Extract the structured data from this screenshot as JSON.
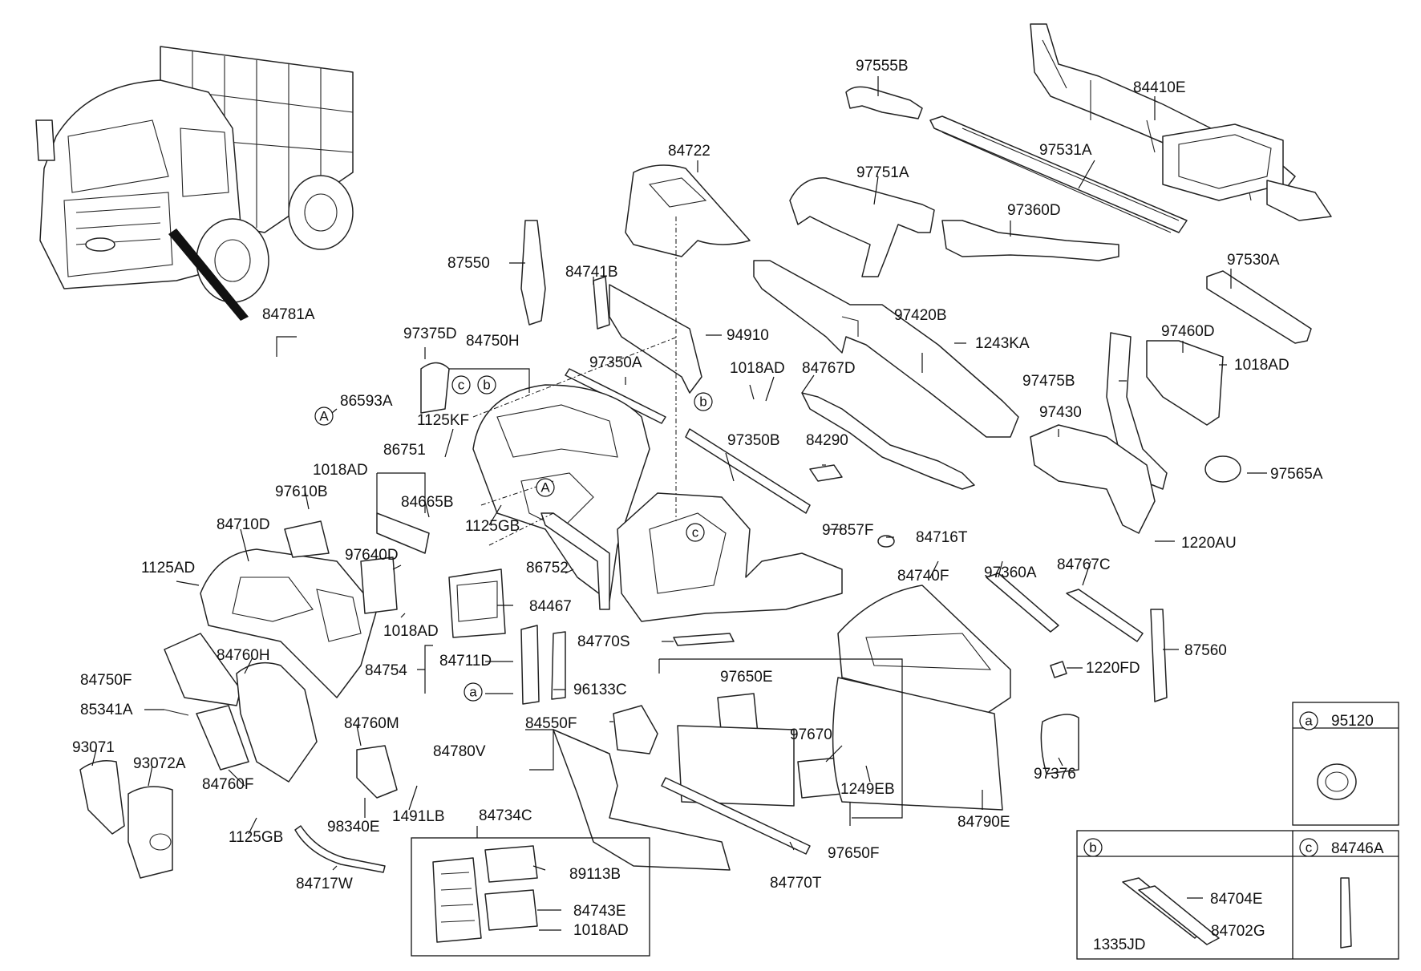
{
  "diagram": {
    "labels": {
      "p97555B": "97555B",
      "p84410E": "84410E",
      "p84722": "84722",
      "p97531A": "97531A",
      "p97751A": "97751A",
      "p97360D": "97360D",
      "p87550": "87550",
      "p84741B": "84741B",
      "p97530A": "97530A",
      "p84781A": "84781A",
      "p94910": "94910",
      "p97420B": "97420B",
      "p1243KA": "1243KA",
      "p97375D": "97375D",
      "p84750H": "84750H",
      "p97460D": "97460D",
      "p97350A": "97350A",
      "p1018AD_a": "1018AD",
      "p84767D": "84767D",
      "p1018AD_b": "1018AD",
      "p86593A": "86593A",
      "p97475B": "97475B",
      "p1125KF": "1125KF",
      "p97430": "97430",
      "p86751": "86751",
      "p97350B": "97350B",
      "p84290": "84290",
      "p1018AD_c": "1018AD",
      "p97565A": "97565A",
      "p97610B": "97610B",
      "p84665B": "84665B",
      "p84710D": "84710D",
      "p1125GB_a": "1125GB",
      "p97857F": "97857F",
      "p84716T": "84716T",
      "p1220AU": "1220AU",
      "p97640D": "97640D",
      "p1125AD": "1125AD",
      "p86752": "86752",
      "p84740F": "84740F",
      "p97360A": "97360A",
      "p84767C": "84767C",
      "p84467": "84467",
      "p1018AD_d": "1018AD",
      "p84760H": "84760H",
      "p84770S": "84770S",
      "p87560": "87560",
      "p84750F": "84750F",
      "p84754": "84754",
      "p84711D": "84711D",
      "p97650E": "97650E",
      "p1220FD": "1220FD",
      "p96133C": "96133C",
      "p85341A": "85341A",
      "p84760M": "84760M",
      "p84550F": "84550F",
      "p97670": "97670",
      "p93071": "93071",
      "p84780V": "84780V",
      "p93072A": "93072A",
      "p1249EB": "1249EB",
      "p84760F": "84760F",
      "p1491LB": "1491LB",
      "p98340E": "98340E",
      "p97376": "97376",
      "p84734C": "84734C",
      "p84790E": "84790E",
      "p1125GB_b": "1125GB",
      "p89113B": "89113B",
      "p97650F": "97650F",
      "p84717W": "84717W",
      "p84770T": "84770T",
      "p84743E": "84743E",
      "p1018AD_e": "1018AD",
      "p95120": "95120",
      "p84746A": "84746A",
      "p84704E": "84704E",
      "p1335JD": "1335JD",
      "p84702G": "84702G"
    },
    "callouts": {
      "A": "A",
      "a": "a",
      "b": "b",
      "c": "c"
    }
  }
}
